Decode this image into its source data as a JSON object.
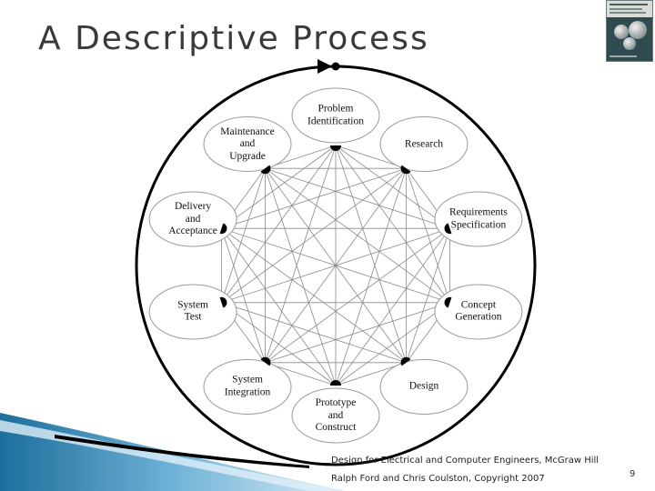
{
  "slide": {
    "title": "A Descriptive Process",
    "caption_line1": "Design for Electrical and Computer Engineers, McGraw Hill",
    "caption_line2": "Ralph Ford and Chris Coulston, Copyright 2007",
    "page_number": "9"
  },
  "diagram": {
    "nodes": [
      {
        "id": "problem",
        "label": "Problem\nIdentification"
      },
      {
        "id": "research",
        "label": "Research"
      },
      {
        "id": "requirements",
        "label": "Requirements\nSpecification"
      },
      {
        "id": "concept",
        "label": "Concept\nGeneration"
      },
      {
        "id": "design",
        "label": "Design"
      },
      {
        "id": "prototype",
        "label": "Prototype\nand\nConstruct"
      },
      {
        "id": "integration",
        "label": "System\nIntegration"
      },
      {
        "id": "test",
        "label": "System\nTest"
      },
      {
        "id": "delivery",
        "label": "Delivery\nand\nAcceptance"
      },
      {
        "id": "maintenance",
        "label": "Maintenance\nand\nUpgrade"
      }
    ],
    "connections": "all-to-all",
    "outer_cycle": "clockwise"
  }
}
